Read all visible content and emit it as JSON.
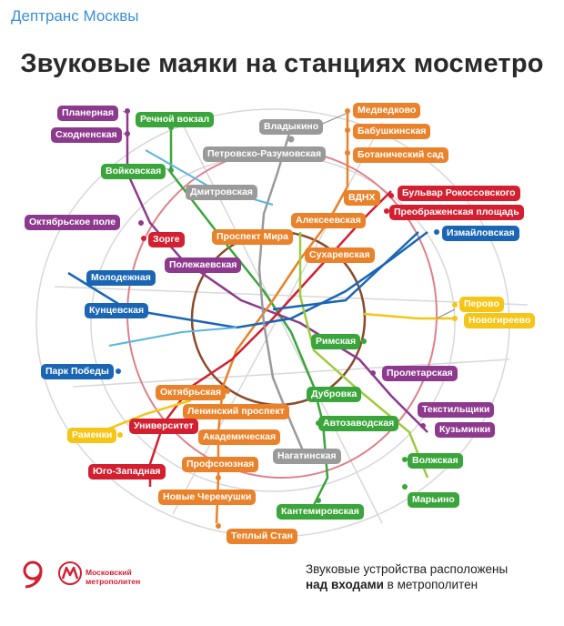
{
  "channel_name": "Дептранс Москвы",
  "title": "Звуковые маяки на станциях мосметро",
  "stations": [
    {
      "name": "Планерная",
      "color": "#8d3a8e"
    },
    {
      "name": "Сходненская",
      "color": "#8d3a8e"
    },
    {
      "name": "Речной вокзал",
      "color": "#3aa53a"
    },
    {
      "name": "Войковская",
      "color": "#3aa53a"
    },
    {
      "name": "Владыкино",
      "color": "#9a9a9a"
    },
    {
      "name": "Петровско-Разумовская",
      "color": "#9a9a9a"
    },
    {
      "name": "Дмитровская",
      "color": "#9a9a9a"
    },
    {
      "name": "Медведково",
      "color": "#e9822a"
    },
    {
      "name": "Бабушкинская",
      "color": "#e9822a"
    },
    {
      "name": "Ботанический сад",
      "color": "#e9822a"
    },
    {
      "name": "ВДНХ",
      "color": "#e9822a"
    },
    {
      "name": "Бульвар Рокоссовского",
      "color": "#d31f30"
    },
    {
      "name": "Преображенская площадь",
      "color": "#d31f30"
    },
    {
      "name": "Измайловская",
      "color": "#1a66b5"
    },
    {
      "name": "Алексеевская",
      "color": "#e9822a"
    },
    {
      "name": "Октябрьское поле",
      "color": "#8d3a8e"
    },
    {
      "name": "Зорге",
      "color": "#d31f30"
    },
    {
      "name": "Проспект Мира",
      "color": "#e9822a"
    },
    {
      "name": "Сухаревская",
      "color": "#e9822a"
    },
    {
      "name": "Полежаевская",
      "color": "#8d3a8e"
    },
    {
      "name": "Молодежная",
      "color": "#1a66b5"
    },
    {
      "name": "Кунцевская",
      "color": "#1a66b5"
    },
    {
      "name": "Перово",
      "color": "#f5c518"
    },
    {
      "name": "Новогиреево",
      "color": "#f5c518"
    },
    {
      "name": "Римская",
      "color": "#3aa53a"
    },
    {
      "name": "Парк Победы",
      "color": "#1a66b5"
    },
    {
      "name": "Пролетарская",
      "color": "#8d3a8e"
    },
    {
      "name": "Октябрьская",
      "color": "#e9822a"
    },
    {
      "name": "Ленинский проспект",
      "color": "#e9822a"
    },
    {
      "name": "Дубровка",
      "color": "#3aa53a"
    },
    {
      "name": "Текстильщики",
      "color": "#8d3a8e"
    },
    {
      "name": "Университет",
      "color": "#d31f30"
    },
    {
      "name": "Академическая",
      "color": "#e9822a"
    },
    {
      "name": "Автозаводская",
      "color": "#3aa53a"
    },
    {
      "name": "Кузьминки",
      "color": "#8d3a8e"
    },
    {
      "name": "Раменки",
      "color": "#f5c518"
    },
    {
      "name": "Нагатинская",
      "color": "#9a9a9a"
    },
    {
      "name": "Волжская",
      "color": "#3aa53a"
    },
    {
      "name": "Юго-Западная",
      "color": "#d31f30"
    },
    {
      "name": "Профсоюзная",
      "color": "#e9822a"
    },
    {
      "name": "Новые Черемушки",
      "color": "#e9822a"
    },
    {
      "name": "Марьино",
      "color": "#3aa53a"
    },
    {
      "name": "Кантемировская",
      "color": "#3aa53a"
    },
    {
      "name": "Теплый Стан",
      "color": "#e9822a"
    }
  ],
  "logo": {
    "line1": "Московский",
    "line2": "метрополитен"
  },
  "note": {
    "line1": "Звуковые устройства расположены",
    "line2_bold": "над входами",
    "line2_rest": " в метрополитен"
  },
  "colors": {
    "red": "#d31f30",
    "green": "#3aa53a",
    "blue": "#1a66b5",
    "orange": "#e9822a",
    "purple": "#8d3a8e",
    "yellow": "#f5c518",
    "grey": "#9a9a9a",
    "brown": "#8b4a2a",
    "cyan": "#5ab4e0",
    "lime": "#9ccb3b",
    "channel": "#3a8fd8"
  }
}
